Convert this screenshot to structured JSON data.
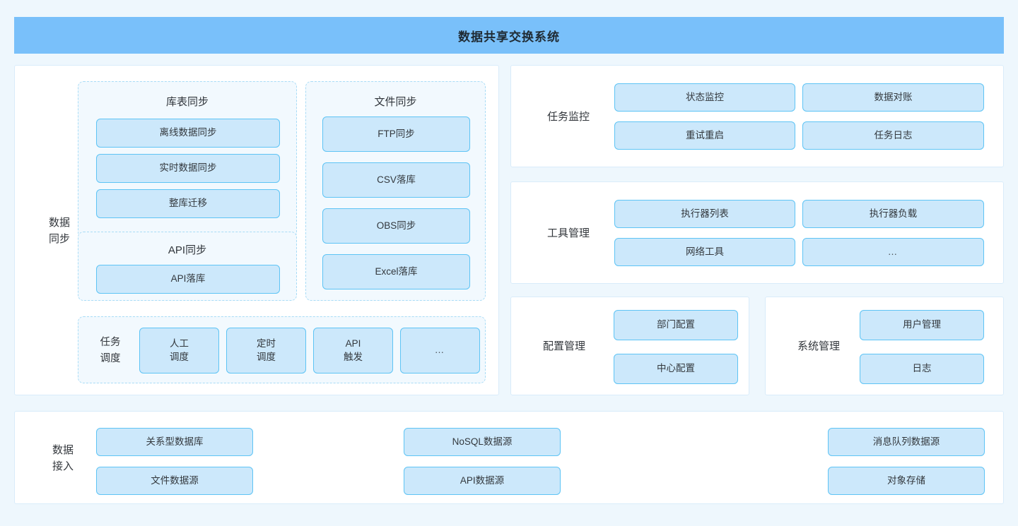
{
  "header": {
    "title": "数据共享交换系统"
  },
  "colors": {
    "page_background": "#eef7fd",
    "header_bar": "#79c0fa",
    "panel_background": "#ffffff",
    "panel_border": "#d9ecfa",
    "group_background": "#f2f9fe",
    "group_border": "#a9dcf6",
    "card_background": "#cce8fb",
    "card_border": "#5ec4f5",
    "text": "#33383d"
  },
  "data_sync": {
    "label": "数据\n同步",
    "groups": [
      {
        "name": "db-table-sync",
        "title": "库表同步",
        "items": [
          "离线数据同步",
          "实时数据同步",
          "整库迁移"
        ]
      },
      {
        "name": "file-sync",
        "title": "文件同步",
        "items": [
          "FTP同步",
          "CSV落库",
          "OBS同步",
          "Excel落库"
        ]
      },
      {
        "name": "api-sync",
        "title": "API同步",
        "items": [
          "API落库"
        ]
      }
    ],
    "schedule": {
      "label": "任务\n调度",
      "items": [
        "人工\n调度",
        "定时\n调度",
        "API\n触发",
        "…"
      ]
    }
  },
  "task_monitor": {
    "label": "任务监控",
    "items": [
      "状态监控",
      "数据对账",
      "重试重启",
      "任务日志"
    ]
  },
  "tool_manage": {
    "label": "工具管理",
    "items": [
      "执行器列表",
      "执行器负载",
      "网络工具",
      "…"
    ]
  },
  "config_manage": {
    "label": "配置管理",
    "items": [
      "部门配置",
      "中心配置"
    ]
  },
  "system_manage": {
    "label": "系统管理",
    "items": [
      "用户管理",
      "日志"
    ]
  },
  "data_access": {
    "label": "数据\n接入",
    "items": [
      "关系型数据库",
      "文件数据源",
      "NoSQL数据源",
      "API数据源",
      "消息队列数据源",
      "对象存储"
    ]
  }
}
